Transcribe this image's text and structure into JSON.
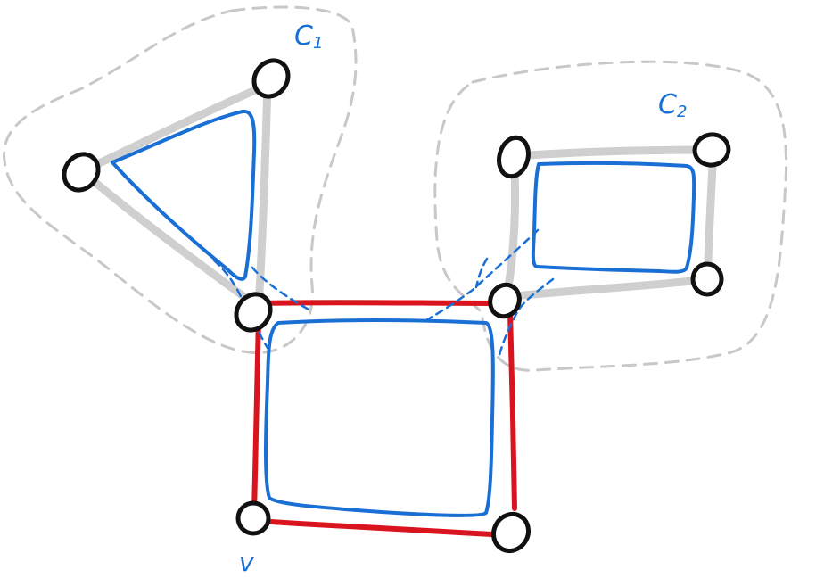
{
  "labels": {
    "c1": "C",
    "c1_sub": "1",
    "c2": "C",
    "c2_sub": "2",
    "v": "v"
  },
  "colors": {
    "vertex": "#111111",
    "gray_edge": "#cfcfcf",
    "dashed_region": "#c8c8c8",
    "blue_cycle": "#1a6fd4",
    "red_cycle": "#d9141e",
    "background": "#ffffff"
  }
}
